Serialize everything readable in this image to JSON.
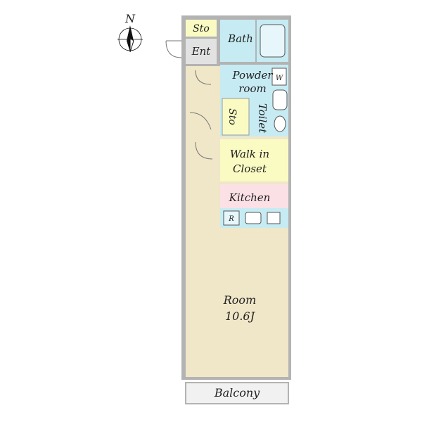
{
  "compass": {
    "label": "N"
  },
  "rooms": {
    "storage_top": "Sto",
    "entrance": "Ent",
    "bath": "Bath",
    "powder_room_line1": "Powder",
    "powder_room_line2": "room",
    "washer": "W",
    "toilet": "Toilet",
    "storage_mid": "Sto",
    "walk_in_closet_line1": "Walk in",
    "walk_in_closet_line2": "Closet",
    "kitchen": "Kitchen",
    "refrigerator": "R",
    "room_name": "Room",
    "room_size": "10.6J",
    "balcony": "Balcony"
  },
  "colors": {
    "wall": "#b3b3b3",
    "room_floor": "#f0e6c8",
    "storage": "#fafac3",
    "wet_area": "#c6ebf3",
    "entrance": "#e2e2e2",
    "kitchen": "#fbe0e6",
    "balcony": "#f1f1f1"
  }
}
